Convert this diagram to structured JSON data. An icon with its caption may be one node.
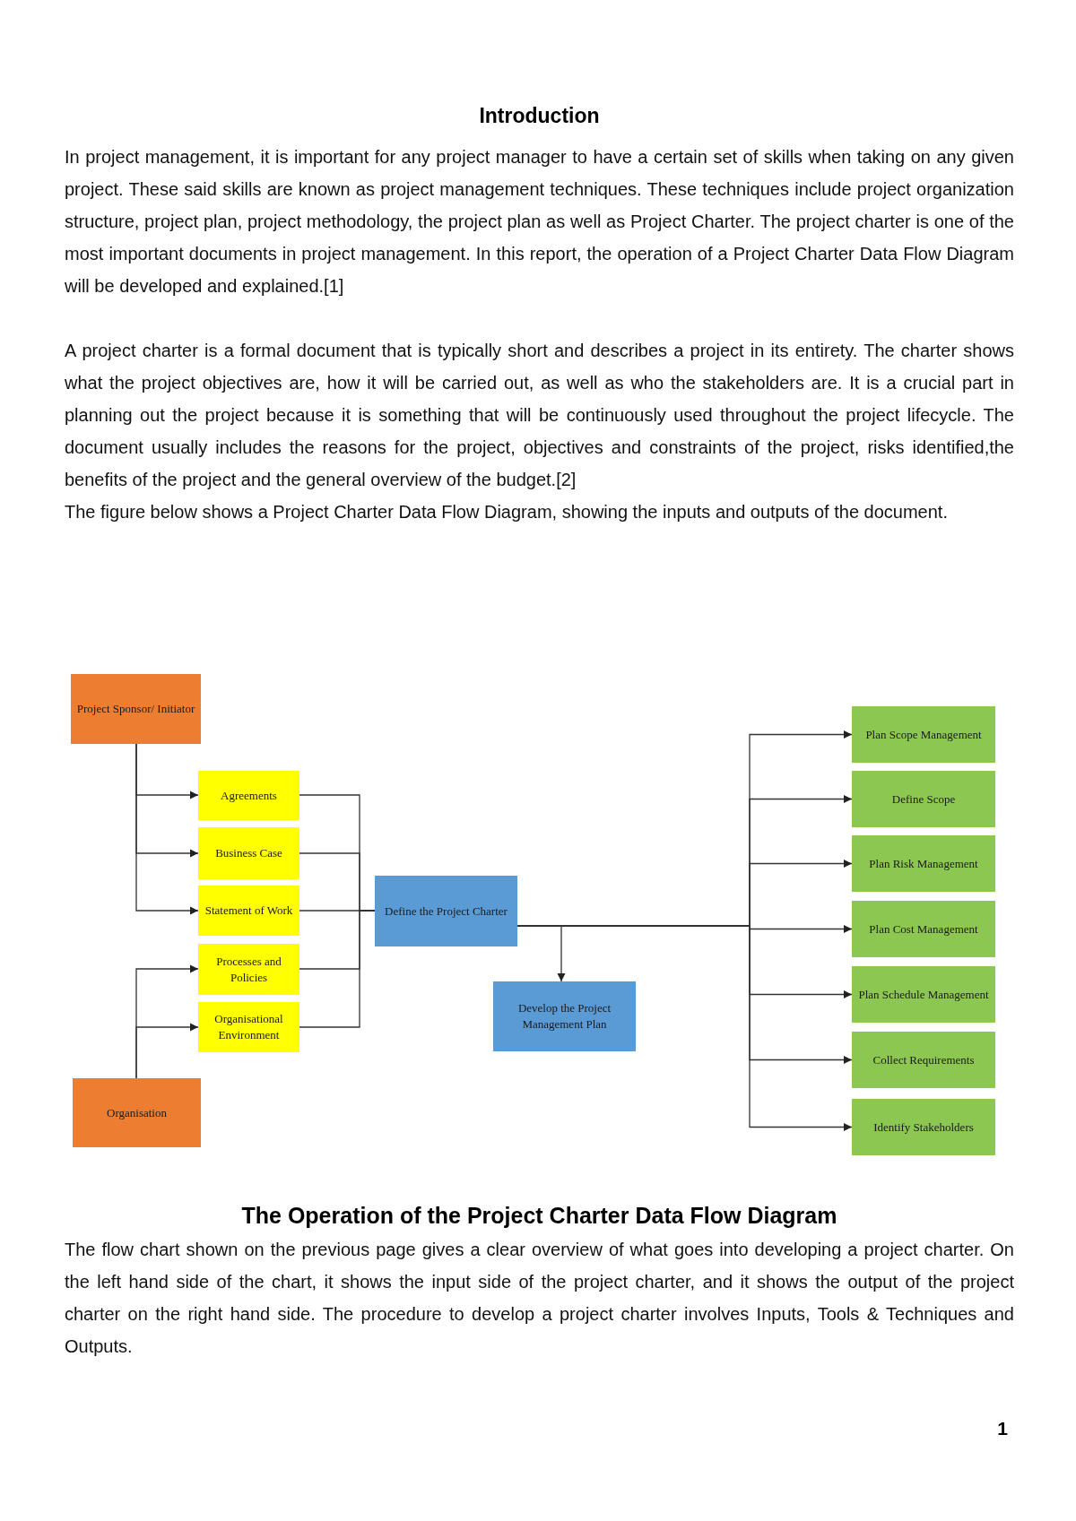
{
  "diagram": {
    "title": "Introduction",
    "nodes": [
      {
        "text": [
          "Project Sponsor/ Initiator"
        ]
      },
      {
        "text": [
          "Agreements"
        ]
      },
      {
        "text": [
          "Business Case"
        ]
      },
      {
        "text": [
          "Statement of Work"
        ]
      },
      {
        "text": [
          "Processes and Policies"
        ]
      },
      {
        "text": [
          "Organisational Environment"
        ]
      },
      {
        "text": [
          "Organisation"
        ]
      },
      {
        "text": [
          "Define the Project Charter"
        ]
      },
      {
        "text": [
          "Develop the Project Management Plan"
        ]
      },
      {
        "text": [
          "Plan Scope Management"
        ]
      },
      {
        "text": [
          "Define Scope"
        ]
      },
      {
        "text": [
          "Plan Risk Management"
        ]
      },
      {
        "text": [
          "Plan Cost Management"
        ]
      },
      {
        "text": [
          "Plan Schedule Management"
        ]
      },
      {
        "text": [
          "Collect Requirements"
        ]
      },
      {
        "text": [
          "Identify Stakeholders"
        ]
      }
    ],
    "edges": [
      {
        "from": 0,
        "to": 1,
        "arrow": "to"
      },
      {
        "from": 0,
        "to": 2,
        "arrow": "to"
      },
      {
        "from": 0,
        "to": 3,
        "arrow": "to"
      },
      {
        "from": 6,
        "to": 4,
        "arrow": "to"
      },
      {
        "from": 6,
        "to": 5,
        "arrow": "to"
      },
      {
        "from": 1,
        "to": 7,
        "arrow": "none"
      },
      {
        "from": 2,
        "to": 7,
        "arrow": "none"
      },
      {
        "from": 3,
        "to": 7,
        "arrow": "none"
      },
      {
        "from": 4,
        "to": 7,
        "arrow": "none"
      },
      {
        "from": 5,
        "to": 7,
        "arrow": "none"
      },
      {
        "from": 7,
        "to": 8,
        "arrow": "to"
      },
      {
        "from": 7,
        "to": 9,
        "arrow": "to"
      },
      {
        "from": 7,
        "to": 10,
        "arrow": "to"
      },
      {
        "from": 7,
        "to": 11,
        "arrow": "to"
      },
      {
        "from": 7,
        "to": 12,
        "arrow": "to"
      },
      {
        "from": 7,
        "to": 13,
        "arrow": "to"
      },
      {
        "from": 7,
        "to": 14,
        "arrow": "to"
      },
      {
        "from": 7,
        "to": 15,
        "arrow": "to"
      }
    ],
    "labels": [
      "In project management, it is important for any project manager to have a certain set of skills when taking on any given project. These said skills are known as project management techniques. These techniques include project organization structure, project plan, project methodology, the project plan as well as Project Charter. The project charter is one of the most important documents in project management. In this report, the operation of a Project Charter Data Flow Diagram will be developed and explained.[1]",
      "A project charter is a formal document that is typically short and describes a project in its entirety. The charter shows what the project objectives are, how it will be carried out, as well as who the stakeholders are. It is a crucial part in planning out the project because it is something that will be continuously used throughout the project lifecycle. The document usually includes the reasons for the project, objectives and constraints of the project, risks identified,the benefits of the project and the general overview of the budget.[2]",
      "The figure below shows a Project Charter Data Flow Diagram, showing the inputs and outputs of the document.",
      "The Operation of the Project Charter Data Flow Diagram",
      "The flow chart shown on the previous page gives a clear overview of what goes into developing a project charter. On the left hand side of the chart, it shows the input side of the project charter, and it shows the output of the project charter on the right hand side. The procedure to develop a project charter involves Inputs, Tools & Techniques and Outputs.",
      "1"
    ]
  }
}
